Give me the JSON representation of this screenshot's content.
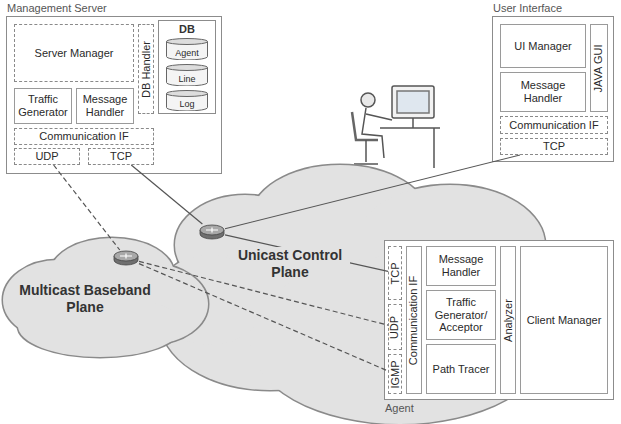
{
  "diagram": {
    "nodes": [
      {
        "text": [
          "Management Server"
        ]
      },
      {
        "text": [
          "Server Manager"
        ],
        "in": 0
      },
      {
        "text": [
          "DB Handler"
        ],
        "in": 0
      },
      {
        "text": [
          "DB"
        ],
        "in": 0
      },
      {
        "text": [
          "Agent"
        ],
        "in": 3
      },
      {
        "text": [
          "Line"
        ],
        "in": 3
      },
      {
        "text": [
          "Log"
        ],
        "in": 3
      },
      {
        "text": [
          "Traffic Generator"
        ],
        "in": 0
      },
      {
        "text": [
          "Message Handler"
        ],
        "in": 0
      },
      {
        "text": [
          "Communication IF"
        ],
        "in": 0
      },
      {
        "text": [
          "UDP"
        ],
        "in": 0
      },
      {
        "text": [
          "TCP"
        ],
        "in": 0
      },
      {
        "text": [
          "User Interface"
        ]
      },
      {
        "text": [
          "UI Manager"
        ],
        "in": 12
      },
      {
        "text": [
          "JAVA GUI"
        ],
        "in": 12
      },
      {
        "text": [
          "Message Handler"
        ],
        "in": 12
      },
      {
        "text": [
          "Communication IF"
        ],
        "in": 12
      },
      {
        "text": [
          "TCP"
        ],
        "in": 12
      },
      {
        "text": [
          "Unicast Control Plane"
        ]
      },
      {
        "text": [
          "Multicast Baseband Plane"
        ]
      },
      {
        "text": [
          "Agent"
        ]
      },
      {
        "text": [
          "TCP"
        ],
        "in": 20
      },
      {
        "text": [
          "UDP"
        ],
        "in": 20
      },
      {
        "text": [
          "IGMP"
        ],
        "in": 20
      },
      {
        "text": [
          "Communication IF"
        ],
        "in": 20
      },
      {
        "text": [
          "Message Handler"
        ],
        "in": 20
      },
      {
        "text": [
          "Traffic Generator/ Acceptor"
        ],
        "in": 20
      },
      {
        "text": [
          "Path Tracer"
        ],
        "in": 20
      },
      {
        "text": [
          "Analyzer"
        ],
        "in": 20
      },
      {
        "text": [
          "Client Manager"
        ],
        "in": 20
      }
    ],
    "edges": [
      {
        "from": 11,
        "to": 18,
        "arrow": "none"
      },
      {
        "from": 18,
        "to": 17,
        "arrow": "none"
      },
      {
        "from": 18,
        "to": 21,
        "arrow": "none"
      },
      {
        "from": 10,
        "to": 19,
        "arrow": "none"
      },
      {
        "from": 19,
        "to": 22,
        "arrow": "none"
      },
      {
        "from": 19,
        "to": 23,
        "arrow": "none"
      }
    ]
  }
}
